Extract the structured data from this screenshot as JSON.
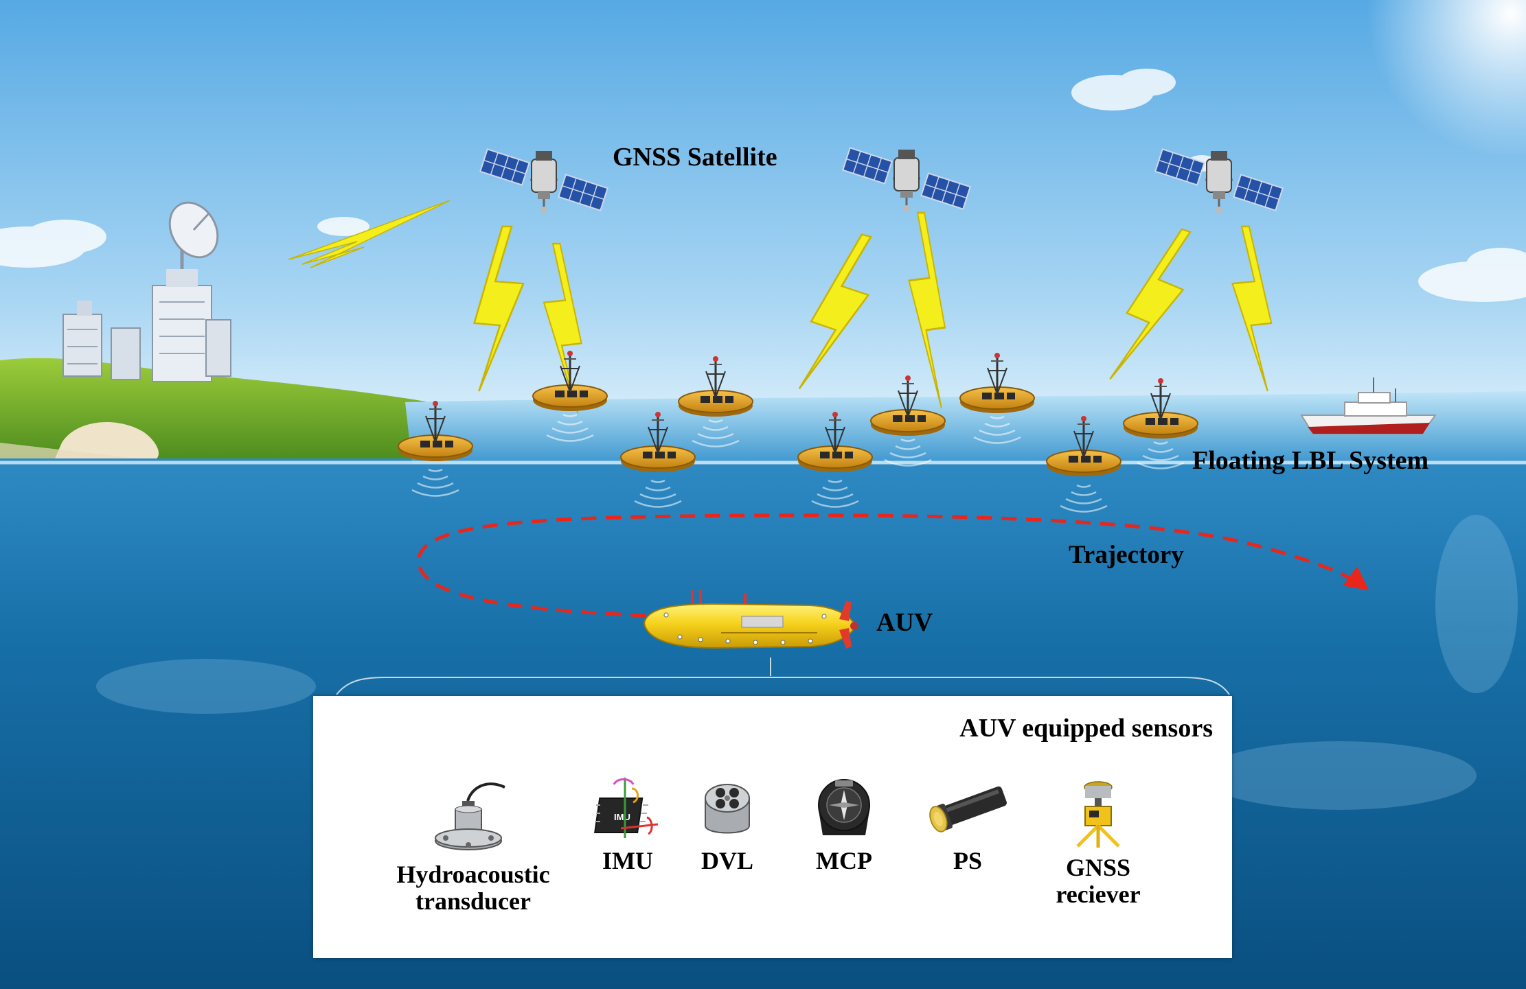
{
  "labels": {
    "gnss_satellite": "GNSS Satellite",
    "floating_lbl_system": "Floating LBL System",
    "trajectory": "Trajectory",
    "auv": "AUV"
  },
  "panel": {
    "title": "AUV equipped sensors",
    "sensors": [
      {
        "line1": "Hydroacoustic",
        "line2": "transducer",
        "icon": "hydroacoustic-transducer-icon"
      },
      {
        "line1": "IMU",
        "line2": "",
        "icon": "imu-chip-icon"
      },
      {
        "line1": "DVL",
        "line2": "",
        "icon": "dvl-icon"
      },
      {
        "line1": "MCP",
        "line2": "",
        "icon": "compass-icon"
      },
      {
        "line1": "PS",
        "line2": "",
        "icon": "pressure-sensor-icon"
      },
      {
        "line1": "GNSS",
        "line2": "reciever",
        "icon": "gnss-receiver-icon"
      }
    ],
    "imu_chip_text": "IMU"
  },
  "colors": {
    "sky_top": "#56a9e4",
    "sky_horizon": "#e9f6fd",
    "sea_top": "#2f8ac4",
    "sea_deep": "#0a4f80",
    "lightning": "#f4ee1c",
    "buoy": "#e0a117",
    "auv_body": "#f6d21c",
    "trajectory": "#e8261c"
  }
}
